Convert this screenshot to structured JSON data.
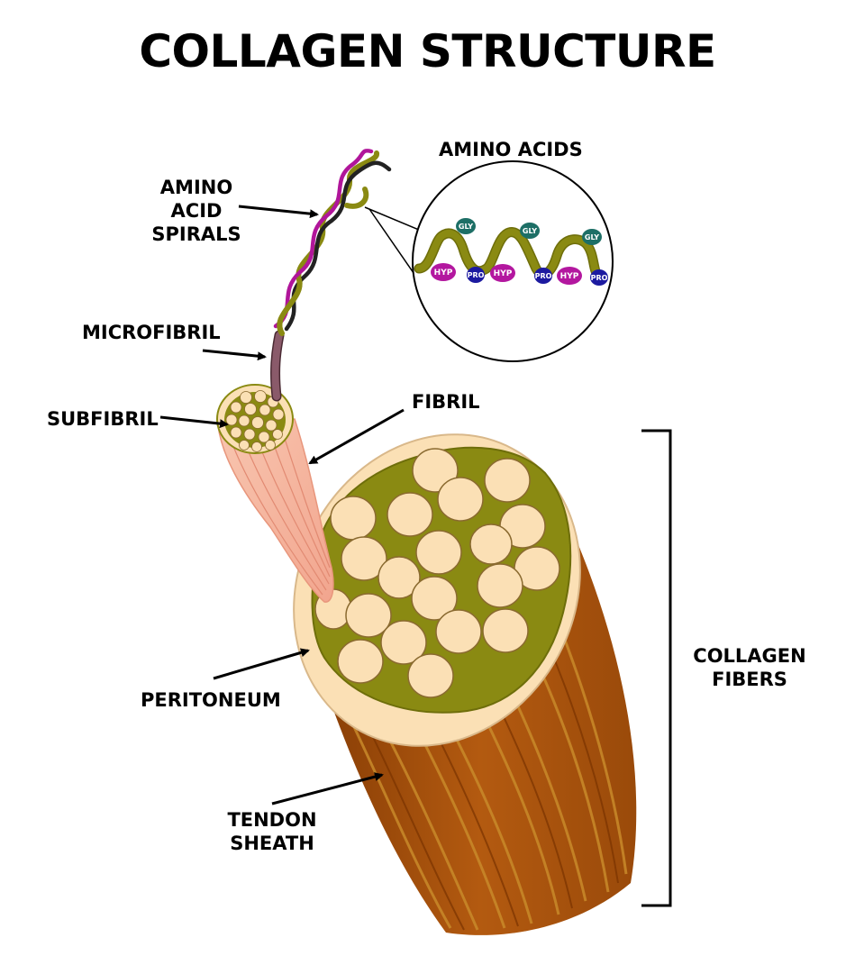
{
  "title": "COLLAGEN STRUCTURE",
  "labels": {
    "amino_acids": "AMINO ACIDS",
    "amino_acid_spirals": [
      "AMINO",
      "ACID",
      "SPIRALS"
    ],
    "microfibril": "MICROFIBRIL",
    "subfibril": "SUBFIBRIL",
    "fibril": "FIBRIL",
    "peritoneum": "PERITONEUM",
    "tendon_sheath": [
      "TENDON",
      "SHEATH"
    ],
    "collagen_fibers": [
      "COLLAGEN",
      "FIBERS"
    ]
  },
  "residues": {
    "gly": "GLY",
    "hyp": "HYP",
    "pro": "PRO"
  },
  "colors": {
    "olive": "#8a8a12",
    "olive_dark": "#6e6e0a",
    "cream": "#fbe0b5",
    "fibril_pink": "#f6b7a0",
    "tendon_brown": "#a8520c",
    "magenta": "#b0159a",
    "gly_teal": "#1d6f66",
    "pro_blue": "#1c1aa0",
    "hyp_magenta": "#b3179f",
    "microfibril_mauve": "#8a5a6a"
  }
}
